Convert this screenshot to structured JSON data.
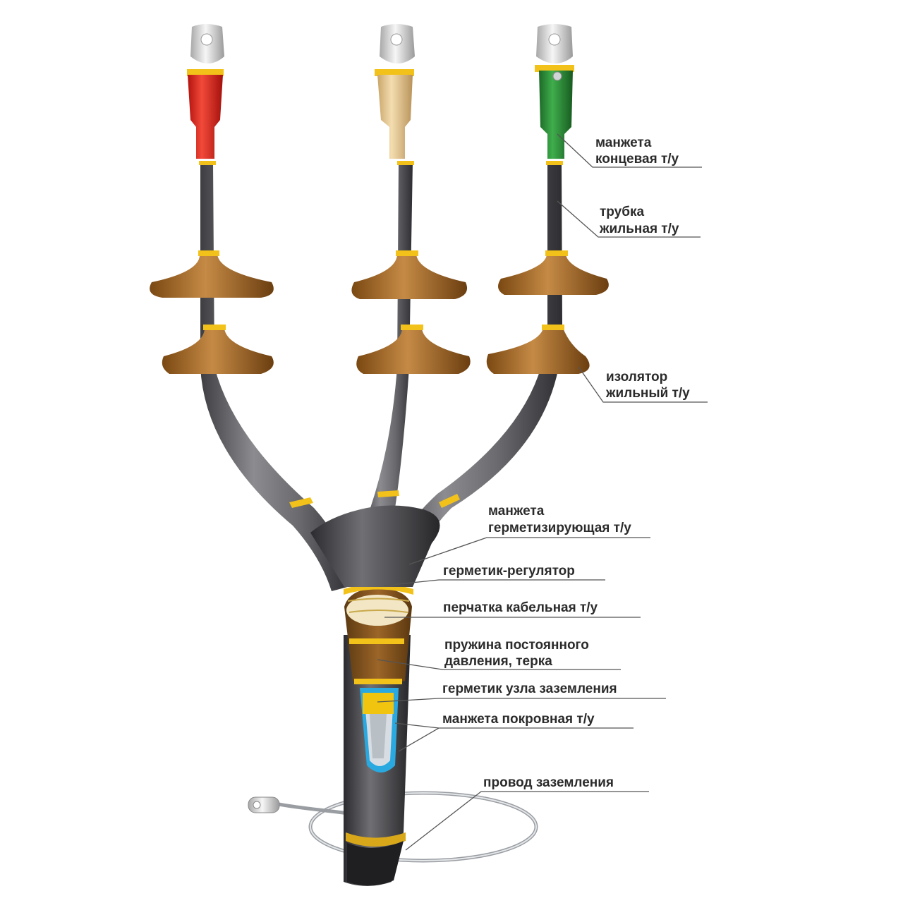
{
  "labels": {
    "end_cuff": [
      "манжета",
      "концевая т/у"
    ],
    "core_tube": [
      "трубка",
      "жильная т/у"
    ],
    "core_insulator": [
      "изолятор",
      "жильный т/у"
    ],
    "sealing_cuff": [
      "манжета",
      "герметизирующая т/у"
    ],
    "sealant_regulator": "герметик-регулятор",
    "cable_glove": "перчатка кабельная т/у",
    "spring": [
      "пружина постоянного",
      "давления, терка"
    ],
    "grounding_sealant": "герметик узла заземления",
    "cover_cuff": "манжета покровная т/у",
    "ground_wire": "провод заземления"
  },
  "colors": {
    "phase_1_cuff": "#e3261f",
    "phase_2_cuff": "#e8c98f",
    "phase_3_cuff": "#2e8c3a",
    "insulator": "#a86a26",
    "tube": "#5f5f63",
    "tape": "#f2c21a",
    "lug": "#d8d8d8",
    "leader_line": "#555555"
  }
}
